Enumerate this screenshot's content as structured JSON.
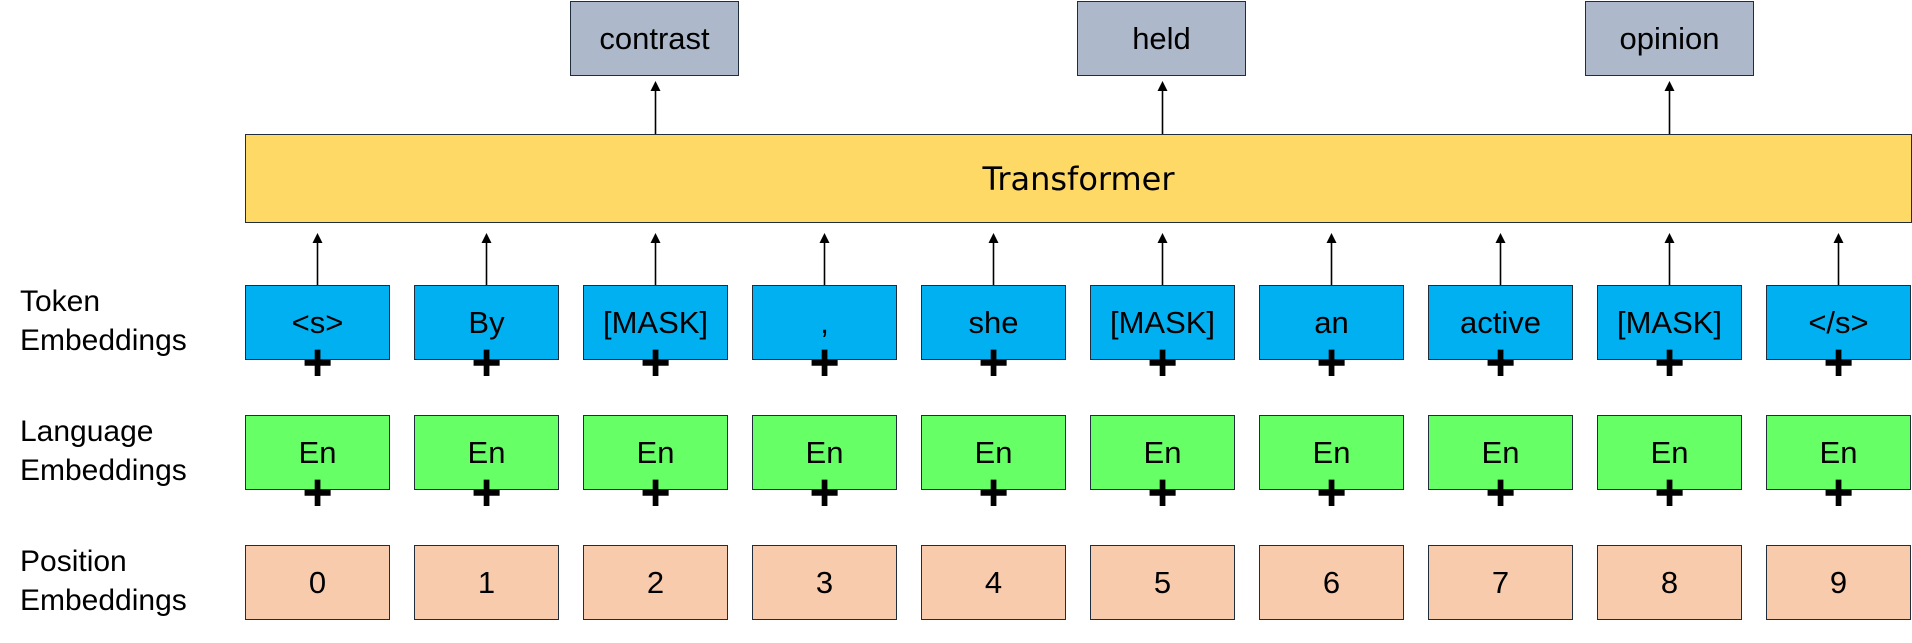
{
  "outputs": [
    "contrast",
    "held",
    "opinion"
  ],
  "transformer_label": "Transformer",
  "row_labels": {
    "token": [
      "Token",
      "Embeddings"
    ],
    "language": [
      "Language",
      "Embeddings"
    ],
    "position": [
      "Position",
      "Embeddings"
    ]
  },
  "tokens": [
    "<s>",
    "By",
    "[MASK]",
    ",",
    "she",
    "[MASK]",
    "an",
    "active",
    "[MASK]",
    "</s>"
  ],
  "languages": [
    "En",
    "En",
    "En",
    "En",
    "En",
    "En",
    "En",
    "En",
    "En",
    "En"
  ],
  "positions": [
    "0",
    "1",
    "2",
    "3",
    "4",
    "5",
    "6",
    "7",
    "8",
    "9"
  ],
  "plus_symbol": "+",
  "colors": {
    "output_box": "#adb9ca",
    "transformer": "#ffd966",
    "token_embedding": "#00b0f0",
    "language_embedding": "#66ff66",
    "position_embedding": "#f8cbad"
  }
}
